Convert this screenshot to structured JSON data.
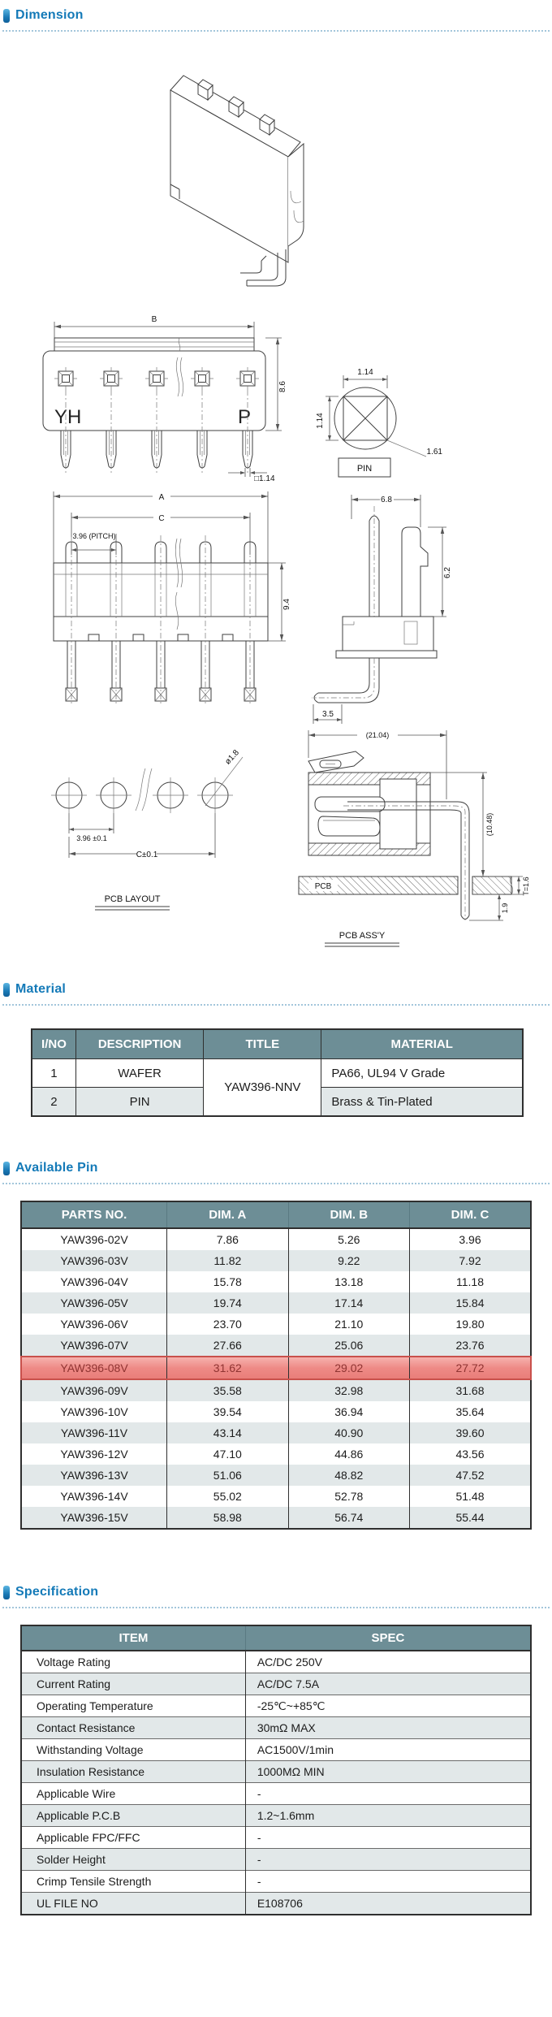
{
  "colors": {
    "accent_blue": "#147ab8",
    "dotted_rule": "#a3c6db",
    "table_header_bg": "#6d8e96",
    "alt_row_bg": "#e2e8e9",
    "highlight_row_bg": "#ee8a86",
    "highlight_row_border": "#c9504b",
    "highlight_row_text": "#8f3432"
  },
  "sections": {
    "dimension": {
      "title": "Dimension"
    },
    "material": {
      "title": "Material"
    },
    "available_pin": {
      "title": "Available Pin"
    },
    "specification": {
      "title": "Specification"
    }
  },
  "drawings": {
    "front_view": {
      "dim_b": "B",
      "label_yh": "YH",
      "label_p": "P",
      "dim_height": "8.6",
      "dim_pin_square": "□1.14"
    },
    "pin_detail": {
      "dim_width": "1.14",
      "dim_height": "1.14",
      "dim_diagonal": "1.61",
      "label": "PIN"
    },
    "pitch_view": {
      "dim_a": "A",
      "dim_c": "C",
      "dim_pitch": "3.96 (PITCH)",
      "dim_height": "9.4"
    },
    "side_view": {
      "dim_width": "6.8",
      "dim_latch": "6.2",
      "dim_tip": "3.5"
    },
    "pcb_layout": {
      "dim_pitch": "3.96 ±0.1",
      "dim_c": "C±0.1",
      "dim_hole": "ø1.8",
      "title": "PCB LAYOUT"
    },
    "pcb_assy": {
      "dim_width": "(21.04)",
      "dim_height": "(10.48)",
      "dim_pin_protrusion": "1.9",
      "dim_board_thickness": "T=1.6",
      "label_pcb": "PCB",
      "title": "PCB ASS'Y"
    }
  },
  "material": {
    "headers": [
      "I/NO",
      "DESCRIPTION",
      "TITLE",
      "MATERIAL"
    ],
    "title_value": "YAW396-NNV",
    "rows": [
      {
        "no": "1",
        "desc": "WAFER",
        "material": "PA66, UL94 V Grade"
      },
      {
        "no": "2",
        "desc": "PIN",
        "material": "Brass & Tin-Plated"
      }
    ]
  },
  "available_pin": {
    "headers": [
      "PARTS NO.",
      "DIM. A",
      "DIM. B",
      "DIM. C"
    ],
    "rows": [
      {
        "part": "YAW396-02V",
        "a": "7.86",
        "b": "5.26",
        "c": "3.96"
      },
      {
        "part": "YAW396-03V",
        "a": "11.82",
        "b": "9.22",
        "c": "7.92"
      },
      {
        "part": "YAW396-04V",
        "a": "15.78",
        "b": "13.18",
        "c": "11.18"
      },
      {
        "part": "YAW396-05V",
        "a": "19.74",
        "b": "17.14",
        "c": "15.84"
      },
      {
        "part": "YAW396-06V",
        "a": "23.70",
        "b": "21.10",
        "c": "19.80"
      },
      {
        "part": "YAW396-07V",
        "a": "27.66",
        "b": "25.06",
        "c": "23.76"
      },
      {
        "part": "YAW396-08V",
        "a": "31.62",
        "b": "29.02",
        "c": "27.72",
        "highlight": true
      },
      {
        "part": "YAW396-09V",
        "a": "35.58",
        "b": "32.98",
        "c": "31.68"
      },
      {
        "part": "YAW396-10V",
        "a": "39.54",
        "b": "36.94",
        "c": "35.64"
      },
      {
        "part": "YAW396-11V",
        "a": "43.14",
        "b": "40.90",
        "c": "39.60"
      },
      {
        "part": "YAW396-12V",
        "a": "47.10",
        "b": "44.86",
        "c": "43.56"
      },
      {
        "part": "YAW396-13V",
        "a": "51.06",
        "b": "48.82",
        "c": "47.52"
      },
      {
        "part": "YAW396-14V",
        "a": "55.02",
        "b": "52.78",
        "c": "51.48"
      },
      {
        "part": "YAW396-15V",
        "a": "58.98",
        "b": "56.74",
        "c": "55.44"
      }
    ]
  },
  "specification": {
    "headers": [
      "ITEM",
      "SPEC"
    ],
    "rows": [
      {
        "item": "Voltage Rating",
        "spec": "AC/DC 250V"
      },
      {
        "item": "Current Rating",
        "spec": "AC/DC 7.5A"
      },
      {
        "item": "Operating Temperature",
        "spec": "-25℃~+85℃"
      },
      {
        "item": "Contact Resistance",
        "spec": "30mΩ MAX"
      },
      {
        "item": "Withstanding Voltage",
        "spec": "AC1500V/1min"
      },
      {
        "item": "Insulation Resistance",
        "spec": "1000MΩ MIN"
      },
      {
        "item": "Applicable Wire",
        "spec": "-"
      },
      {
        "item": "Applicable P.C.B",
        "spec": "1.2~1.6mm"
      },
      {
        "item": "Applicable FPC/FFC",
        "spec": "-"
      },
      {
        "item": "Solder Height",
        "spec": "-"
      },
      {
        "item": "Crimp Tensile Strength",
        "spec": "-"
      },
      {
        "item": "UL FILE NO",
        "spec": "E108706"
      }
    ]
  }
}
